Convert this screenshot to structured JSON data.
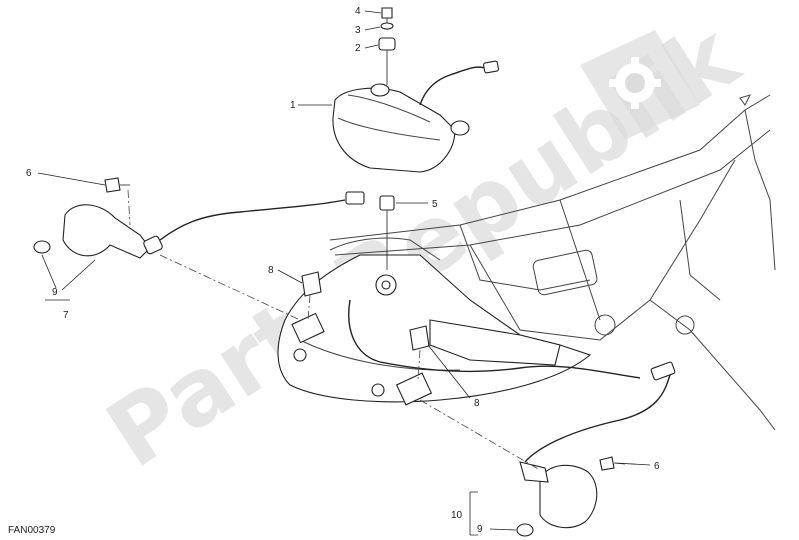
{
  "watermark": {
    "text": "PartsRepublik"
  },
  "diagram_code": "FAN00379",
  "callouts": {
    "c1": "1",
    "c2": "2",
    "c3": "3",
    "c4": "4",
    "c5": "5",
    "c6a": "6",
    "c6b": "6",
    "c7": "7",
    "c8a": "8",
    "c8b": "8",
    "c9a": "9",
    "c9b": "9",
    "c10": "10"
  },
  "icons": {
    "watermark_logo": "gear-icon"
  },
  "colors": {
    "line": "#222222",
    "watermark": "#d8d8d8"
  }
}
